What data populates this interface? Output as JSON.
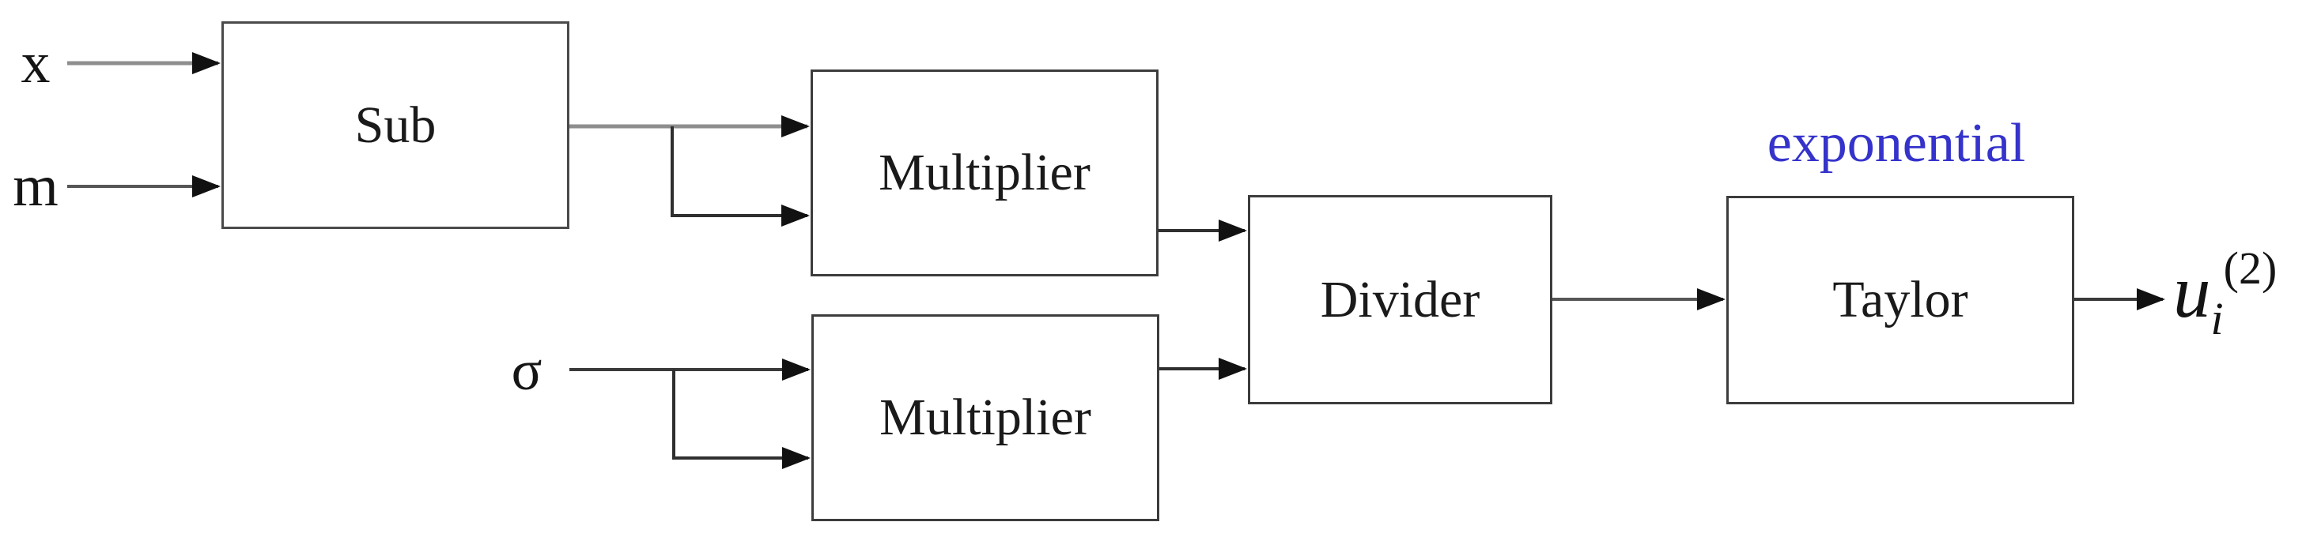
{
  "diagram": {
    "inputs": {
      "x": "x",
      "m": "m",
      "sigma": "σ"
    },
    "blocks": {
      "sub": "Sub",
      "multiplier_top": "Multiplier",
      "multiplier_bottom": "Multiplier",
      "divider": "Divider",
      "taylor": "Taylor"
    },
    "annotations": {
      "exponential": "exponential"
    },
    "output": {
      "base": "u",
      "subscript": "i",
      "superscript": "(2)"
    },
    "colors": {
      "annotation_blue": "#3533cb",
      "line_light_gray": "#8e8e8e",
      "line_medium_gray": "#565656",
      "line_dark": "#2f2f2f",
      "arrowhead": "#111111",
      "block_border": "#3c3c3c",
      "background": "#ffffff"
    }
  }
}
